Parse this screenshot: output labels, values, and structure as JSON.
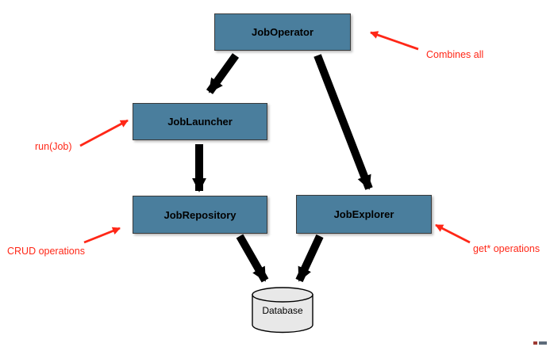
{
  "diagram": {
    "nodes": {
      "job_operator": {
        "label": "JobOperator"
      },
      "job_launcher": {
        "label": "JobLauncher"
      },
      "job_repository": {
        "label": "JobRepository"
      },
      "job_explorer": {
        "label": "JobExplorer"
      },
      "database": {
        "label": "Database"
      }
    },
    "annotations": {
      "combines_all": {
        "label": "Combines all"
      },
      "run_job": {
        "label": "run(Job)"
      },
      "crud_operations": {
        "label": "CRUD operations"
      },
      "get_operations": {
        "label": "get* operations"
      }
    },
    "colors": {
      "node_fill": "#4a7e9d",
      "node_border": "#3a3a3a",
      "annotation_red": "#ff2717",
      "arrow_black": "#000000",
      "database_fill": "#e8e8e8",
      "background": "#ffffff"
    }
  }
}
